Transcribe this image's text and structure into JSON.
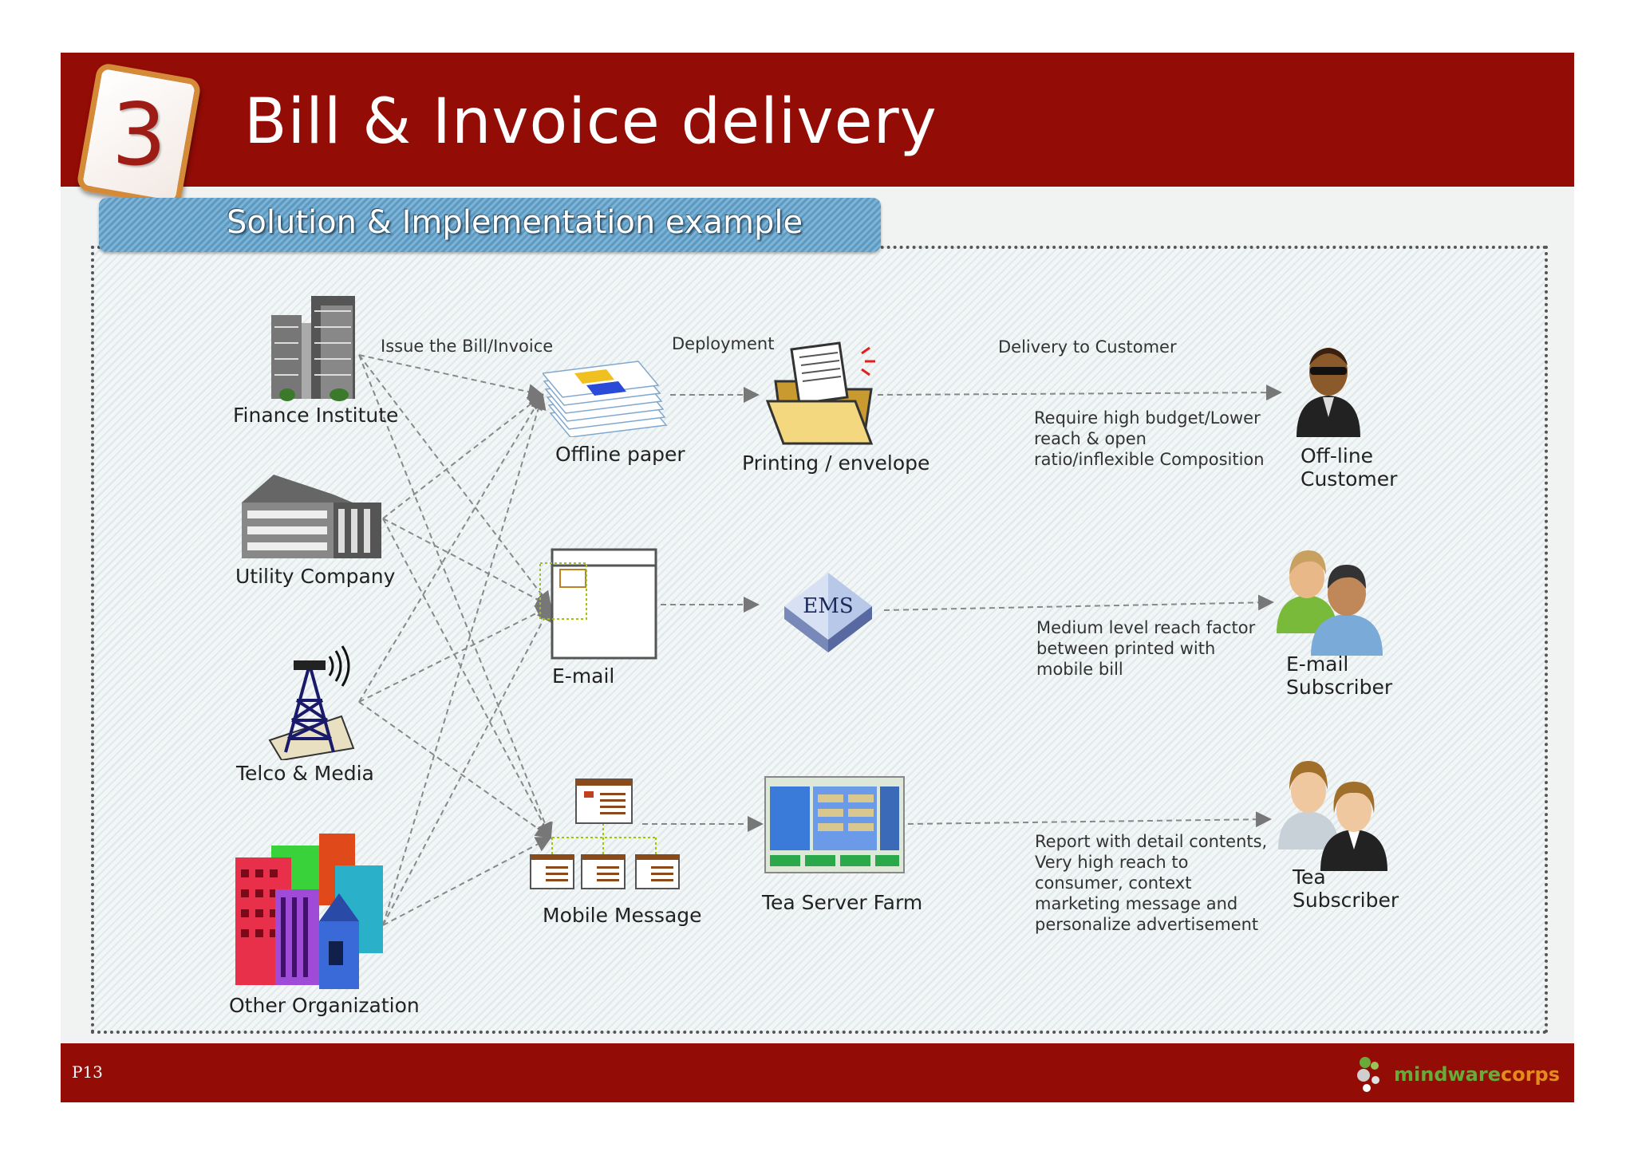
{
  "header": {
    "section_number": "3",
    "title": "Bill & Invoice delivery",
    "subtitle": "Solution & Implementation example"
  },
  "sources": [
    {
      "label": "Finance Institute",
      "icon": "office-tower-icon"
    },
    {
      "label": "Utility Company",
      "icon": "factory-building-icon"
    },
    {
      "label": "Telco & Media",
      "icon": "radio-tower-icon"
    },
    {
      "label": "Other Organization",
      "icon": "city-buildings-icon"
    }
  ],
  "channels": [
    {
      "label": "Offline paper",
      "icon": "paper-stack-icon"
    },
    {
      "label": "E-mail",
      "icon": "email-window-icon"
    },
    {
      "label": "Mobile Message",
      "icon": "message-tree-icon"
    }
  ],
  "processors": [
    {
      "label": "Printing / envelope",
      "icon": "folder-documents-icon"
    },
    {
      "label": "EMS",
      "icon": "ems-diamond-icon"
    },
    {
      "label": "Tea Server Farm",
      "icon": "server-screen-icon"
    }
  ],
  "customers": [
    {
      "label_line1": "Off-line",
      "label_line2": "Customer",
      "icon": "person-sunglasses-icon"
    },
    {
      "label_line1": "E-mail",
      "label_line2": "Subscriber",
      "icon": "two-people-icon"
    },
    {
      "label_line1": "Tea",
      "label_line2": "Subscriber",
      "icon": "couple-icon"
    }
  ],
  "edge_labels": {
    "issue": "Issue the Bill/Invoice",
    "deployment": "Deployment",
    "delivery": "Delivery to Customer"
  },
  "notes": {
    "offline": [
      "Require high budget/Lower",
      "reach & open",
      "ratio/inflexible Composition"
    ],
    "email": [
      "Medium level reach factor",
      "between printed with",
      "mobile bill"
    ],
    "mobile": [
      "Report with detail contents,",
      "Very high reach to",
      "consumer, context",
      "marketing message and",
      "personalize advertisement"
    ]
  },
  "footer": {
    "page": "P13",
    "logo_prefix": "mindware",
    "logo_suffix": "corps"
  },
  "colors": {
    "header_red": "#930c06",
    "banner_blue": "#5a9ac3",
    "badge_orange": "#d48a36",
    "logo_green": "#6aaa3a",
    "logo_orange": "#e58a1f"
  }
}
